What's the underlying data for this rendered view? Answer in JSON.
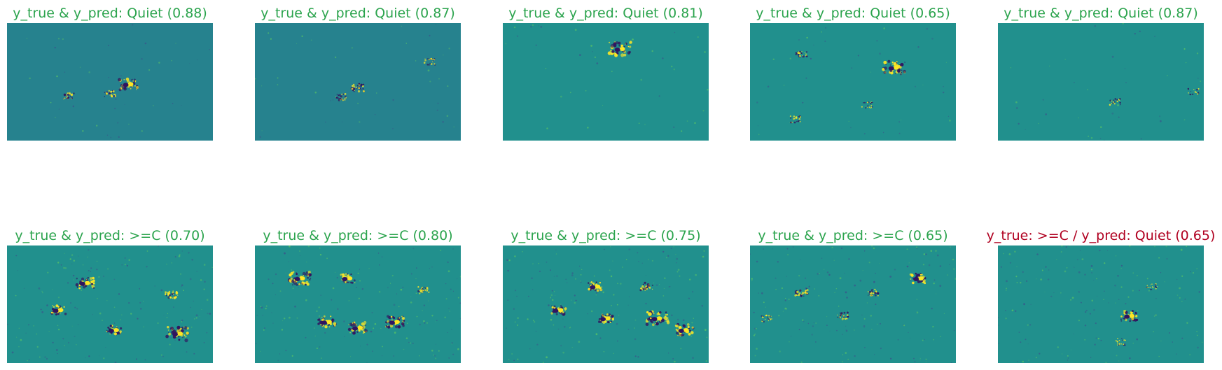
{
  "colors": {
    "correct": "#2ca44e",
    "wrong": "#b00020",
    "map_background": "#21908d",
    "map_background_alt": "#26828e",
    "positive_polarity": "#fde725",
    "negative_polarity": "#31145f"
  },
  "panels": [
    {
      "title": "y_true & y_pred: Quiet (0.88)",
      "status": "correct"
    },
    {
      "title": "y_true & y_pred: Quiet (0.87)",
      "status": "correct"
    },
    {
      "title": "y_true & y_pred: Quiet (0.81)",
      "status": "correct"
    },
    {
      "title": "y_true & y_pred: Quiet (0.65)",
      "status": "correct"
    },
    {
      "title": "y_true & y_pred: Quiet (0.87)",
      "status": "correct"
    },
    {
      "title": "y_true & y_pred: >=C (0.70)",
      "status": "correct"
    },
    {
      "title": "y_true & y_pred: >=C (0.80)",
      "status": "correct"
    },
    {
      "title": "y_true & y_pred: >=C (0.75)",
      "status": "correct"
    },
    {
      "title": "y_true & y_pred: >=C (0.65)",
      "status": "correct"
    },
    {
      "title": "y_true: >=C / y_pred: Quiet (0.65)",
      "status": "wrong"
    }
  ]
}
